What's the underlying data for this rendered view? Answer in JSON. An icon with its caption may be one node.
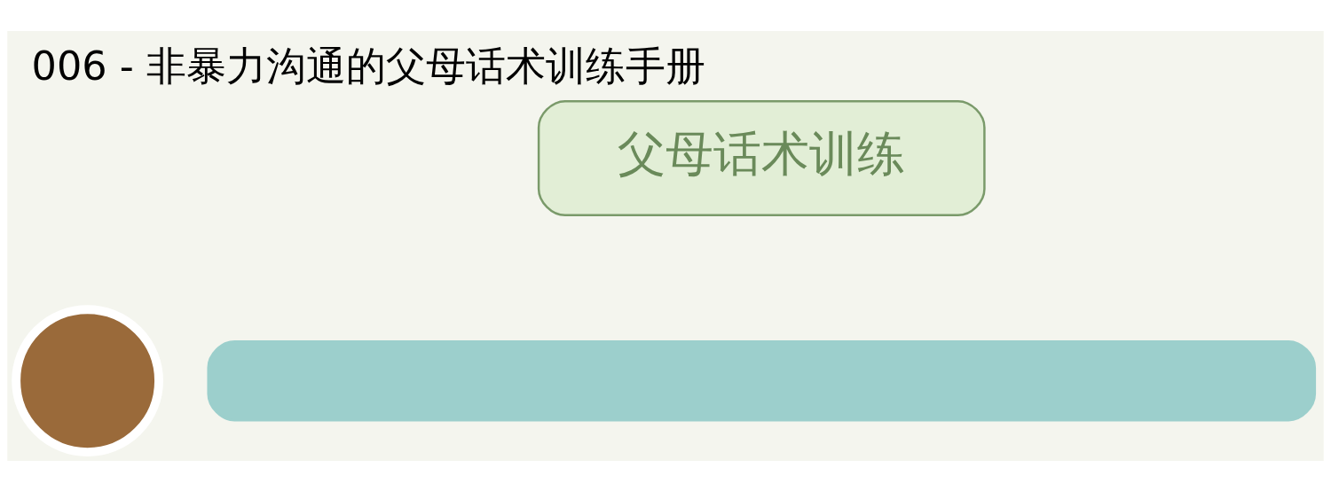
{
  "diagram": {
    "title": "006 - 非暴力沟通的父母话术训练手册",
    "nodes": [
      {
        "text": [
          "父母话术训练"
        ]
      },
      {
        "text": [],
        "shape": "circle"
      },
      {
        "text": [],
        "shape": "bar"
      }
    ],
    "edges": []
  }
}
